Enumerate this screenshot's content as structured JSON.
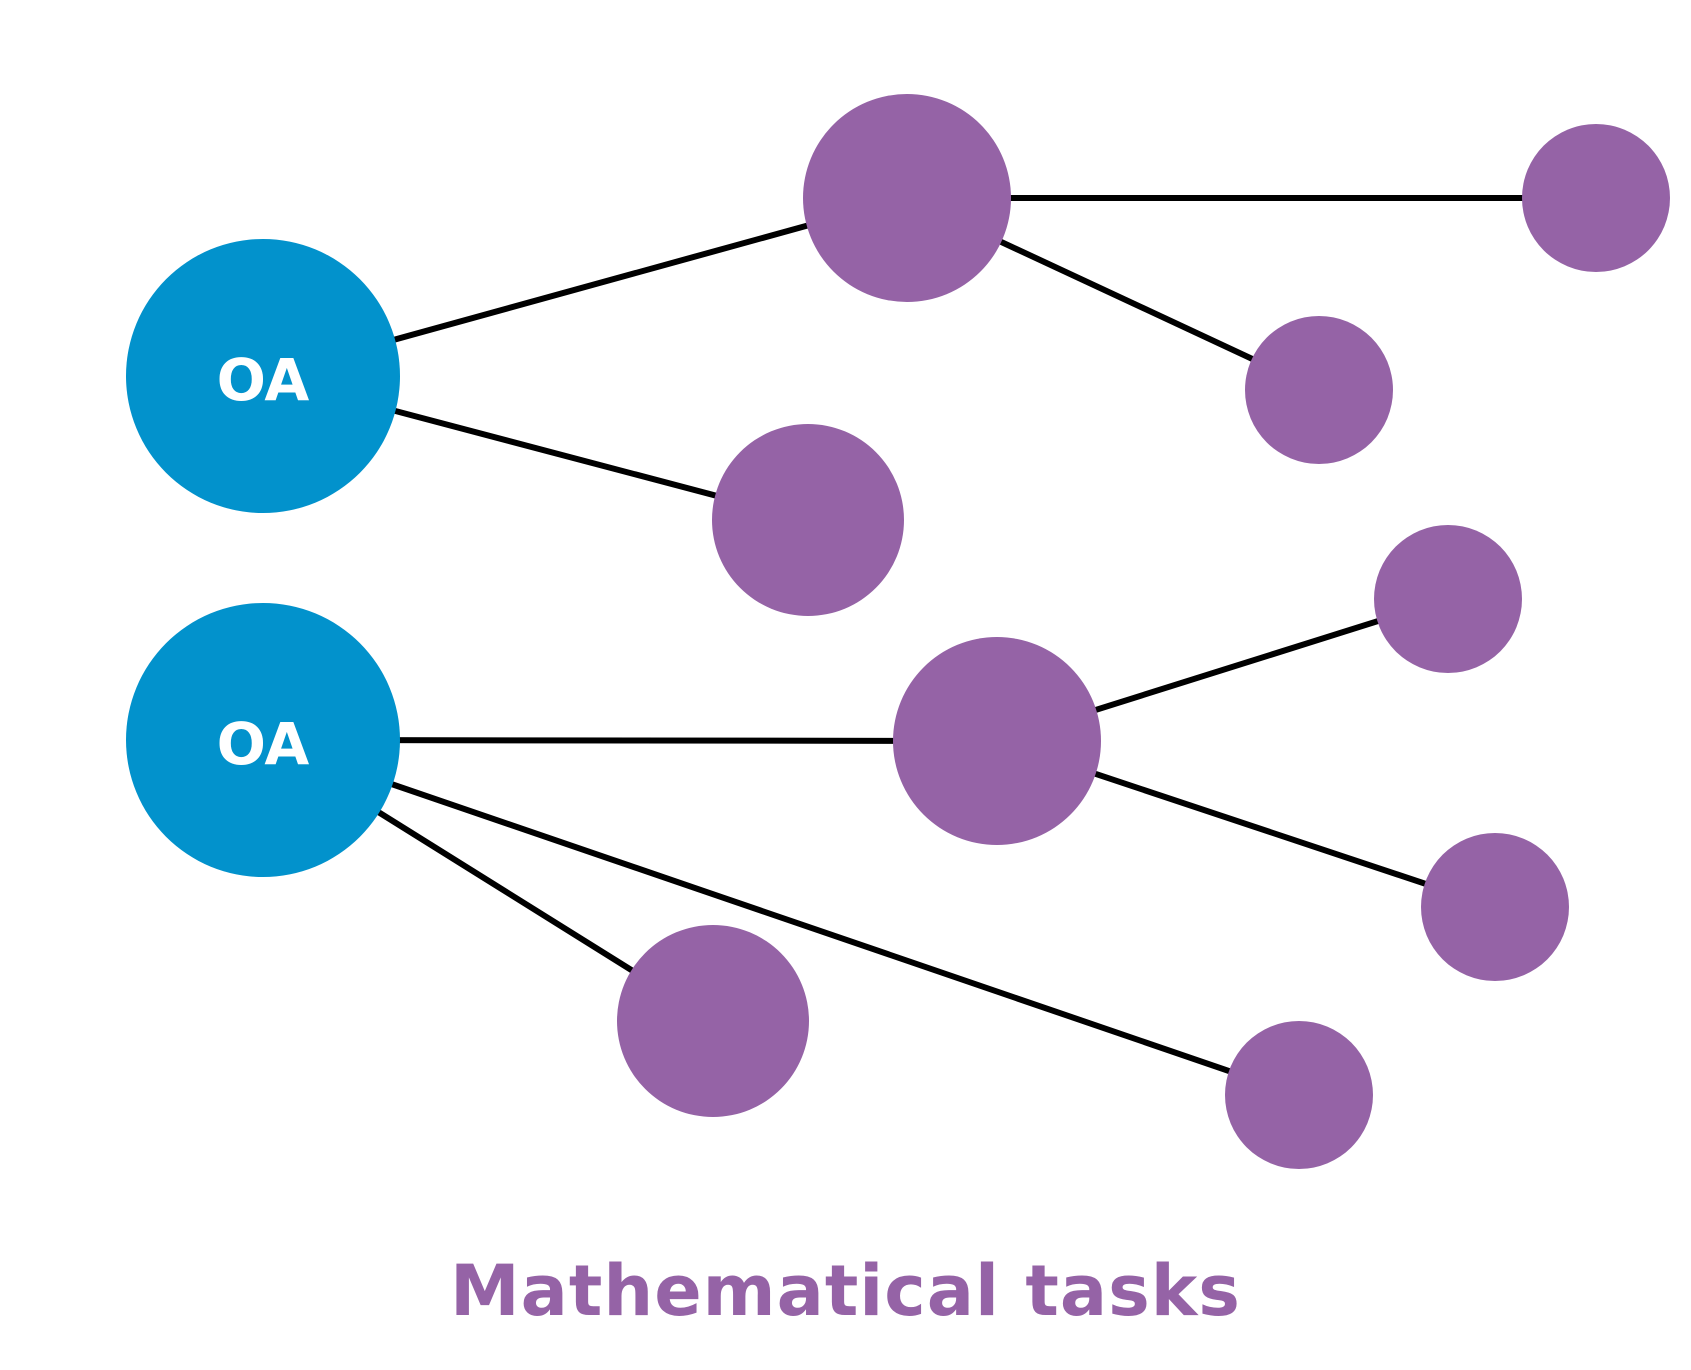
{
  "diagram": {
    "caption": "Mathematical tasks",
    "colors": {
      "oa_node": "#0292cc",
      "task_node": "#9563a6",
      "edge": "#000000",
      "caption": "#9563a6"
    },
    "oa_nodes": [
      {
        "id": "oa1",
        "label": "OA"
      },
      {
        "id": "oa2",
        "label": "OA"
      }
    ],
    "task_nodes": [
      {
        "id": "t1"
      },
      {
        "id": "t2"
      },
      {
        "id": "t3"
      },
      {
        "id": "t4"
      },
      {
        "id": "t5"
      },
      {
        "id": "t6"
      },
      {
        "id": "t7"
      },
      {
        "id": "t8"
      },
      {
        "id": "t9"
      }
    ],
    "edges": [
      {
        "from": "oa1",
        "to": "t1"
      },
      {
        "from": "oa1",
        "to": "t2"
      },
      {
        "from": "t1",
        "to": "t3"
      },
      {
        "from": "t1",
        "to": "t4"
      },
      {
        "from": "oa2",
        "to": "t5"
      },
      {
        "from": "oa2",
        "to": "t6"
      },
      {
        "from": "oa2",
        "to": "t7"
      },
      {
        "from": "t5",
        "to": "t8"
      },
      {
        "from": "t5",
        "to": "t9"
      }
    ]
  }
}
